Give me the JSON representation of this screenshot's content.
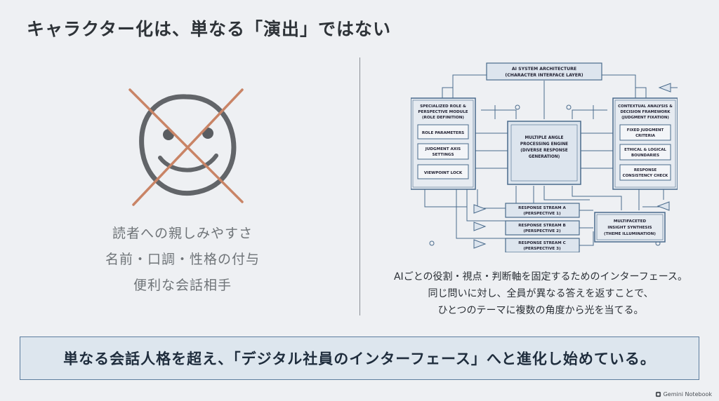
{
  "title": "キャラクター化は、単なる「演出」ではない",
  "left": {
    "lines": [
      "読者への親しみやすさ",
      "名前・口調・性格の付与",
      "便利な会話相手"
    ]
  },
  "diagram": {
    "top_box": [
      "AI SYSTEM ARCHITECTURE",
      "(CHARACTER INTERFACE LAYER)"
    ],
    "left_module": {
      "title": [
        "SPECIALIZED ROLE &",
        "PERSPECTIVE MODULE",
        "(ROLE DEFINITION)"
      ],
      "items": [
        [
          "ROLE PARAMETERS"
        ],
        [
          "JUDGMENT AXIS",
          "SETTINGS"
        ],
        [
          "VIEWPOINT LOCK"
        ]
      ]
    },
    "center": [
      "MULTIPLE ANGLE",
      "PROCESSING ENGINE",
      "(DIVERSE RESPONSE",
      "GENERATION)"
    ],
    "right_module": {
      "title": [
        "CONTEXTUAL ANALYSIS &",
        "DECISION FRAMEWORK",
        "(JUDGMENT FIXATION)"
      ],
      "items": [
        [
          "FIXED JUDGMENT",
          "CRITERIA"
        ],
        [
          "ETHICAL & LOGICAL",
          "BOUNDARIES"
        ],
        [
          "RESPONSE",
          "CONSISTENCY CHECK"
        ]
      ]
    },
    "streams": [
      [
        "RESPONSE STREAM A",
        "(PERSPECTIVE 1)"
      ],
      [
        "RESPONSE STREAM B",
        "(PERSPECTIVE 2)"
      ],
      [
        "RESPONSE STREAM C",
        "(PERSPECTIVE 3)"
      ]
    ],
    "synthesis": [
      "MULTIFACETED",
      "INSIGHT SYNTHESIS",
      "(THEME ILLUMINATION)"
    ]
  },
  "caption": [
    "AIごとの役割・視点・判断軸を固定するためのインターフェース。",
    "同じ問いに対し、全員が異なる答えを返すことで、",
    "ひとつのテーマに複数の角度から光を当てる。"
  ],
  "banner": "単なる会話人格を超え、「デジタル社員のインターフェース」へと進化し始めている。",
  "brand": "Gemini Notebook",
  "colors": {
    "line": "#4a6b8c",
    "fill": "#dde5ee",
    "cross": "#c98466"
  }
}
